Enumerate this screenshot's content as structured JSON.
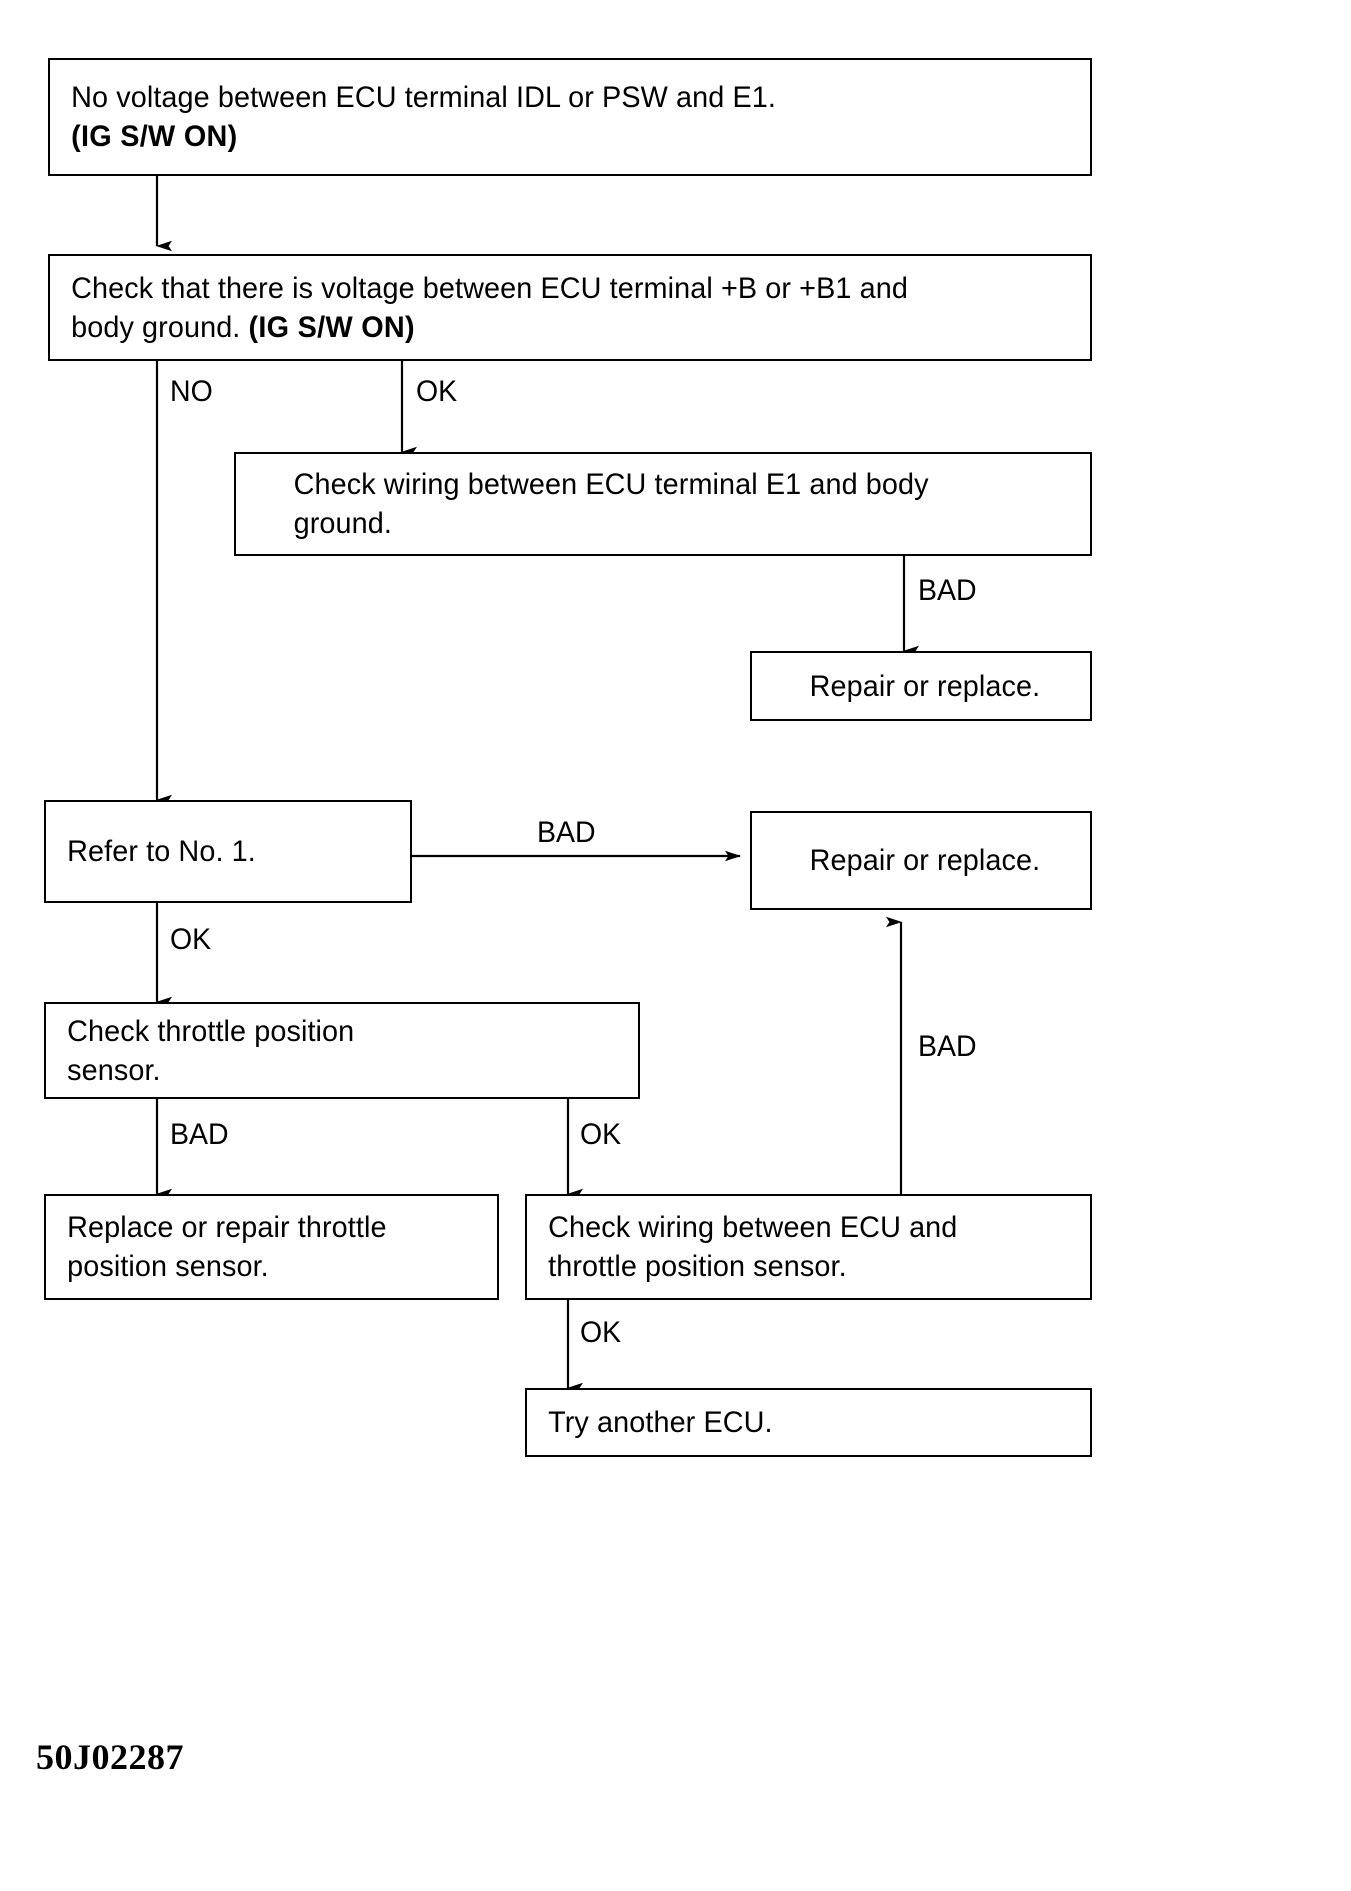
{
  "document": {
    "type": "troubleshooting-flowchart",
    "reference_code": "50J02287",
    "ink_color": "#000000",
    "background_color": "#ffffff"
  },
  "nodes": [
    {
      "id": "n1",
      "name": "no-voltage-idl-psw",
      "lines": [
        {
          "text": "No voltage between ECU terminal IDL or PSW and E1.",
          "bold": false
        },
        {
          "text": "(IG S/W ON)",
          "bold": true
        }
      ]
    },
    {
      "id": "n2",
      "name": "check-voltage-b-b1",
      "lines": [
        {
          "text": "Check that there is voltage between ECU terminal +B or +B1 and",
          "bold": false
        },
        {
          "text": "body ground. ",
          "bold": false,
          "tail": "(IG S/W ON)",
          "tail_bold": true
        }
      ]
    },
    {
      "id": "n3",
      "name": "check-wiring-e1-body-ground",
      "lines": [
        {
          "text": "Check wiring between ECU terminal E1 and body",
          "bold": false
        },
        {
          "text": "ground.",
          "bold": false
        }
      ]
    },
    {
      "id": "n4",
      "name": "repair-or-replace-upper",
      "lines": [
        {
          "text": "Repair or replace.",
          "bold": false
        }
      ]
    },
    {
      "id": "n5",
      "name": "refer-to-no-1",
      "lines": [
        {
          "text": "Refer to No. 1.",
          "bold": false
        }
      ]
    },
    {
      "id": "n6",
      "name": "repair-or-replace-right",
      "lines": [
        {
          "text": "Repair or replace.",
          "bold": false
        }
      ]
    },
    {
      "id": "n7",
      "name": "check-throttle-position-sensor",
      "lines": [
        {
          "text": "Check throttle position",
          "bold": false
        },
        {
          "text": "sensor.",
          "bold": false
        }
      ]
    },
    {
      "id": "n8",
      "name": "replace-or-repair-throttle-position-sensor",
      "lines": [
        {
          "text": "Replace or repair throttle",
          "bold": false
        },
        {
          "text": "position sensor.",
          "bold": false
        }
      ]
    },
    {
      "id": "n9",
      "name": "check-wiring-ecu-throttle-position-sensor",
      "lines": [
        {
          "text": "Check wiring between ECU and",
          "bold": false
        },
        {
          "text": "throttle position sensor.",
          "bold": false
        }
      ]
    },
    {
      "id": "n10",
      "name": "try-another-ecu",
      "lines": [
        {
          "text": "Try another ECU.",
          "bold": false
        }
      ]
    }
  ],
  "edges": [
    {
      "id": "e1",
      "name": "edge-n1-to-n2",
      "label": ""
    },
    {
      "id": "e2",
      "name": "edge-n2-no-to-n5",
      "label": "NO"
    },
    {
      "id": "e3",
      "name": "edge-n2-ok-to-n3",
      "label": "OK"
    },
    {
      "id": "e4",
      "name": "edge-n3-bad-to-n4",
      "label": "BAD"
    },
    {
      "id": "e5",
      "name": "edge-n5-bad-to-n6",
      "label": "BAD"
    },
    {
      "id": "e6",
      "name": "edge-n5-ok-to-n7",
      "label": "OK"
    },
    {
      "id": "e7",
      "name": "edge-n7-bad-to-n8",
      "label": "BAD"
    },
    {
      "id": "e8",
      "name": "edge-n7-ok-to-n9",
      "label": "OK"
    },
    {
      "id": "e9",
      "name": "edge-n9-bad-to-n6",
      "label": "BAD"
    },
    {
      "id": "e10",
      "name": "edge-n9-ok-to-n10",
      "label": "OK"
    }
  ]
}
